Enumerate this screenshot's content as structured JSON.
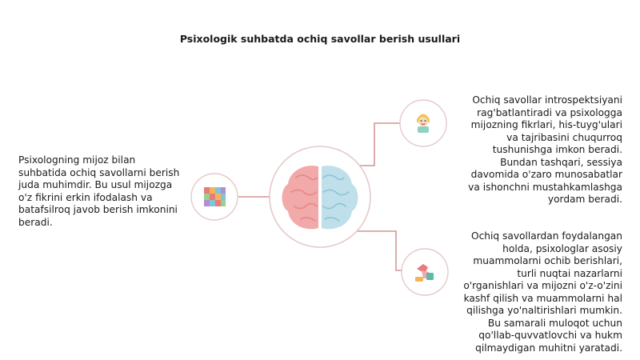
{
  "title": "Psixologik suhbatda ochiq savollar berish usullari",
  "left_text": "Psixologning mijoz bilan suhbatida ochiq savollarni berish juda muhimdir. Bu usul mijozga o'z fikrini erkin ifodalash va batafsilroq javob berish imkonini beradi.",
  "right_texts": [
    "Ochiq savollar introspektsiyani rag'batlantiradi va psixologga mijozning fikrlari, his-tuyg'ulari va tajribasini chuqurroq tushunishga imkon beradi. Bundan tashqari, sessiya davomida o'zaro munosabatlar va ishonchni mustahkamlashga yordam beradi.",
    "Ochiq savollardan foydalangan holda, psixologlar asosiy muammolarni ochib berishlari, turli nuqtai nazarlarni o'rganishlari va mijozni o'z-o'zini kashf qilish va muammolarni hal qilishga yo'naltirishlari mumkin. Bu samarali muloqot uchun qo'llab-quvvatlovchi va hukm qilmaydigan muhitni yaratadi."
  ],
  "icons": {
    "center": "brain-icon",
    "left": "puzzle-icon",
    "top_right": "person-icon",
    "bottom_right": "conversation-icon"
  },
  "colors": {
    "circle_stroke": "#e6c9c9",
    "connector": "#c97f7f",
    "brain_left": "#f2a9a9",
    "brain_right": "#bfe0ea"
  }
}
